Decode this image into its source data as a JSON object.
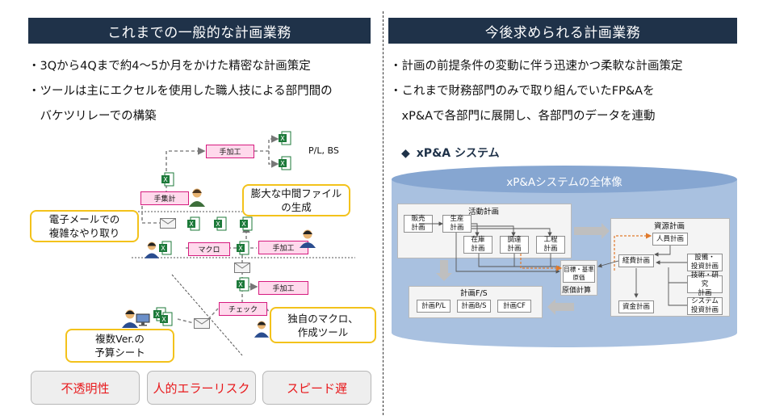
{
  "left": {
    "title": "これまでの一般的な計画業務",
    "bullets": [
      "・3Qから4Qまで約4～5か月をかけた精密な計画策定",
      "・ツールは主にエクセルを使用した職人技による部門間の",
      "　バケツリレーでの構築"
    ],
    "diagram": {
      "callouts": {
        "email": [
          "電子メールでの",
          "複雑なやり取り"
        ],
        "files": [
          "膨大な中間ファイル",
          "の生成"
        ],
        "macro": [
          "独自のマクロ、",
          "作成ツール"
        ],
        "versions": [
          "複数Ver.の",
          "予算シート"
        ]
      },
      "boxes": {
        "manual_top": "手加工",
        "tally": "手集計",
        "macro": "マクロ",
        "manual_mid": "手加工",
        "manual_low": "手加工",
        "check": "チェック"
      },
      "output_label": "P/L, BS"
    },
    "problems": [
      "不透明性",
      "人的エラーリスク",
      "スピード遅"
    ]
  },
  "right": {
    "title": "今後求められる計画業務",
    "bullets": [
      "・計画の前提条件の変動に伴う迅速かつ柔軟な計画策定",
      "・これまで財務部門のみで取り組んでいたFP&Aを",
      "　xP&Aで各部門に展開し、各部門のデータを連動"
    ],
    "section_label": "xP&A システム",
    "system": {
      "title": "xP&Aシステムの全体像",
      "activity": {
        "title": "活動計画",
        "sales": [
          "販売",
          "計画"
        ],
        "production": [
          "生産",
          "計画"
        ],
        "inventory": [
          "在庫",
          "計画"
        ],
        "procurement": [
          "調達",
          "計画"
        ],
        "process": [
          "工程",
          "計画"
        ]
      },
      "target_cost": [
        "目標・基準",
        "原価"
      ],
      "cost_calc": "原価計算",
      "resource": {
        "title": "資源計画",
        "personnel": "人員計画",
        "expense": "経費計画",
        "equipment": [
          "設備・",
          "投資計画"
        ],
        "rnd": [
          "技術・研究",
          "計画"
        ],
        "system_inv": [
          "システム",
          "投資計画"
        ],
        "funding": "資金計画"
      },
      "fs": {
        "title": "計画F/S",
        "pl": "計画P/L",
        "bs": "計画B/S",
        "cf": "計画CF"
      }
    }
  },
  "colors": {
    "banner": "#1f3249",
    "problem_text": "#e8191c",
    "callout_border": "#f3c21b",
    "process_fill": "#ffd9ec",
    "process_border": "#d61b7f",
    "excel_green": "#1d7a3a",
    "cylinder": "#a9c1e0"
  }
}
